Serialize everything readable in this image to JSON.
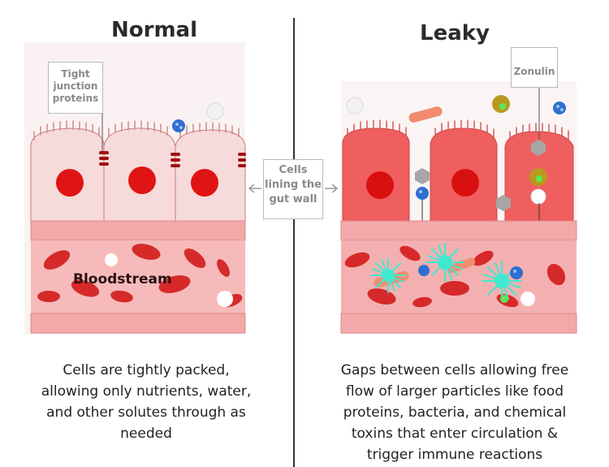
{
  "left_panel": {
    "title": "Normal",
    "callout_lines": [
      "Tight",
      "junction",
      "proteins"
    ],
    "blood_label": "Bloodstream",
    "caption_lines": [
      "Cells are tightly packed,",
      "allowing only nutrients, water,",
      "and other solutes through as",
      "needed"
    ]
  },
  "right_panel": {
    "title": "Leaky",
    "callout": "Zonulin",
    "caption_lines": [
      "Gaps between cells allowing free",
      "flow of larger particles like food",
      "proteins, bacteria, and chemical",
      "toxins that enter circulation &",
      "trigger immune reactions"
    ]
  },
  "center_label_lines": [
    "Cells",
    "lining the",
    "gut wall"
  ],
  "colors": {
    "normal_cell": "#f7dada",
    "leaky_cell": "#ef5f5f",
    "nucleus": "#e01414",
    "vessel": "#f2a9a9",
    "vessel_inner": "#f4b0b0",
    "rbc": "#d62a2a",
    "immune": "#41e8d0",
    "bacteria": "#2f6fd0",
    "divider": "#333333"
  }
}
